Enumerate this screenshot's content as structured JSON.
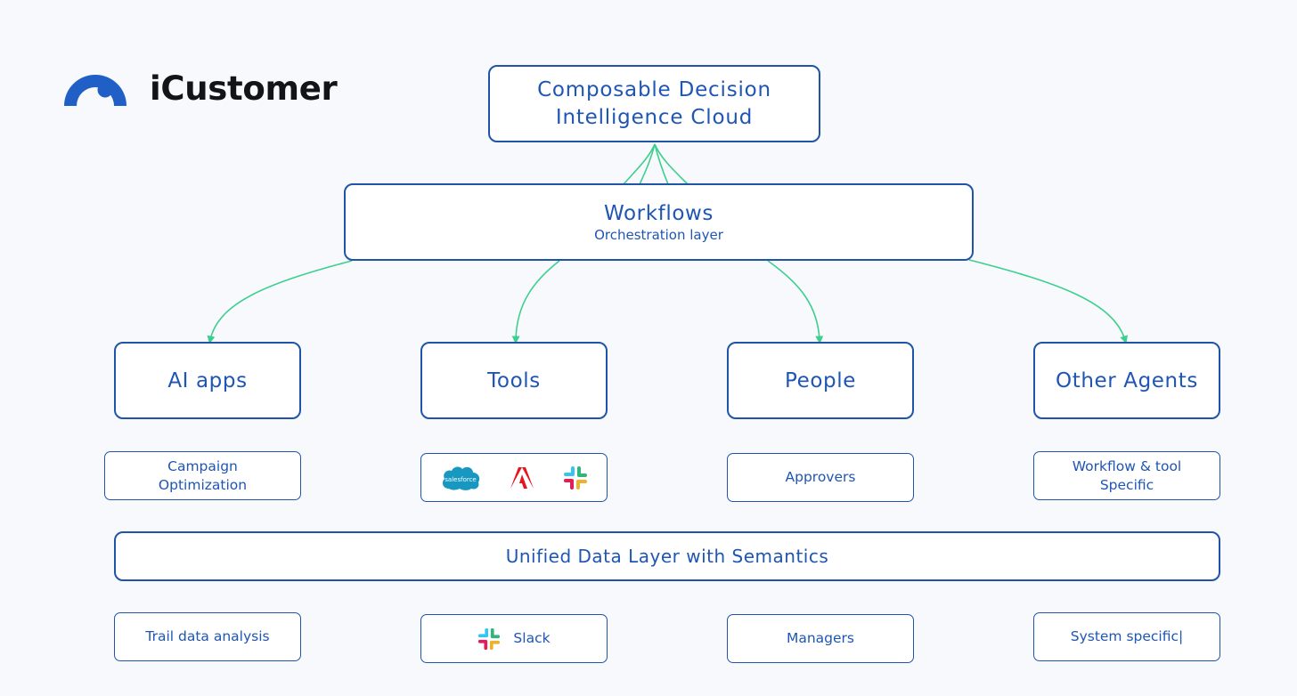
{
  "brand": {
    "name": "iCustomer"
  },
  "top": {
    "line1": "Composable Decision",
    "line2": "Intelligence Cloud"
  },
  "workflows": {
    "title": "Workflows",
    "subtitle": "Orchestration layer"
  },
  "categories": [
    {
      "label": "AI apps"
    },
    {
      "label": "Tools"
    },
    {
      "label": "People"
    },
    {
      "label": "Other Agents"
    }
  ],
  "row2": {
    "ai_line1": "Campaign",
    "ai_line2": "Optimization",
    "tools_icons": [
      "salesforce-logo",
      "adobe-logo",
      "slack-logo"
    ],
    "salesforce_word": "salesforce",
    "people": "Approvers",
    "agents_line1": "Workflow & tool",
    "agents_line2": "Specific"
  },
  "data_layer": "Unified Data Layer with Semantics",
  "row3": {
    "ai": "Trail data analysis",
    "tools": "Slack",
    "tools_icon": "slack-logo",
    "people": "Managers",
    "agents": "System specific|"
  },
  "colors": {
    "border": "#1f54a8",
    "text": "#1f56b4",
    "connector": "#3ecf8e",
    "logo_blue": "#1f5fc6",
    "background": "#f7f9fc"
  }
}
